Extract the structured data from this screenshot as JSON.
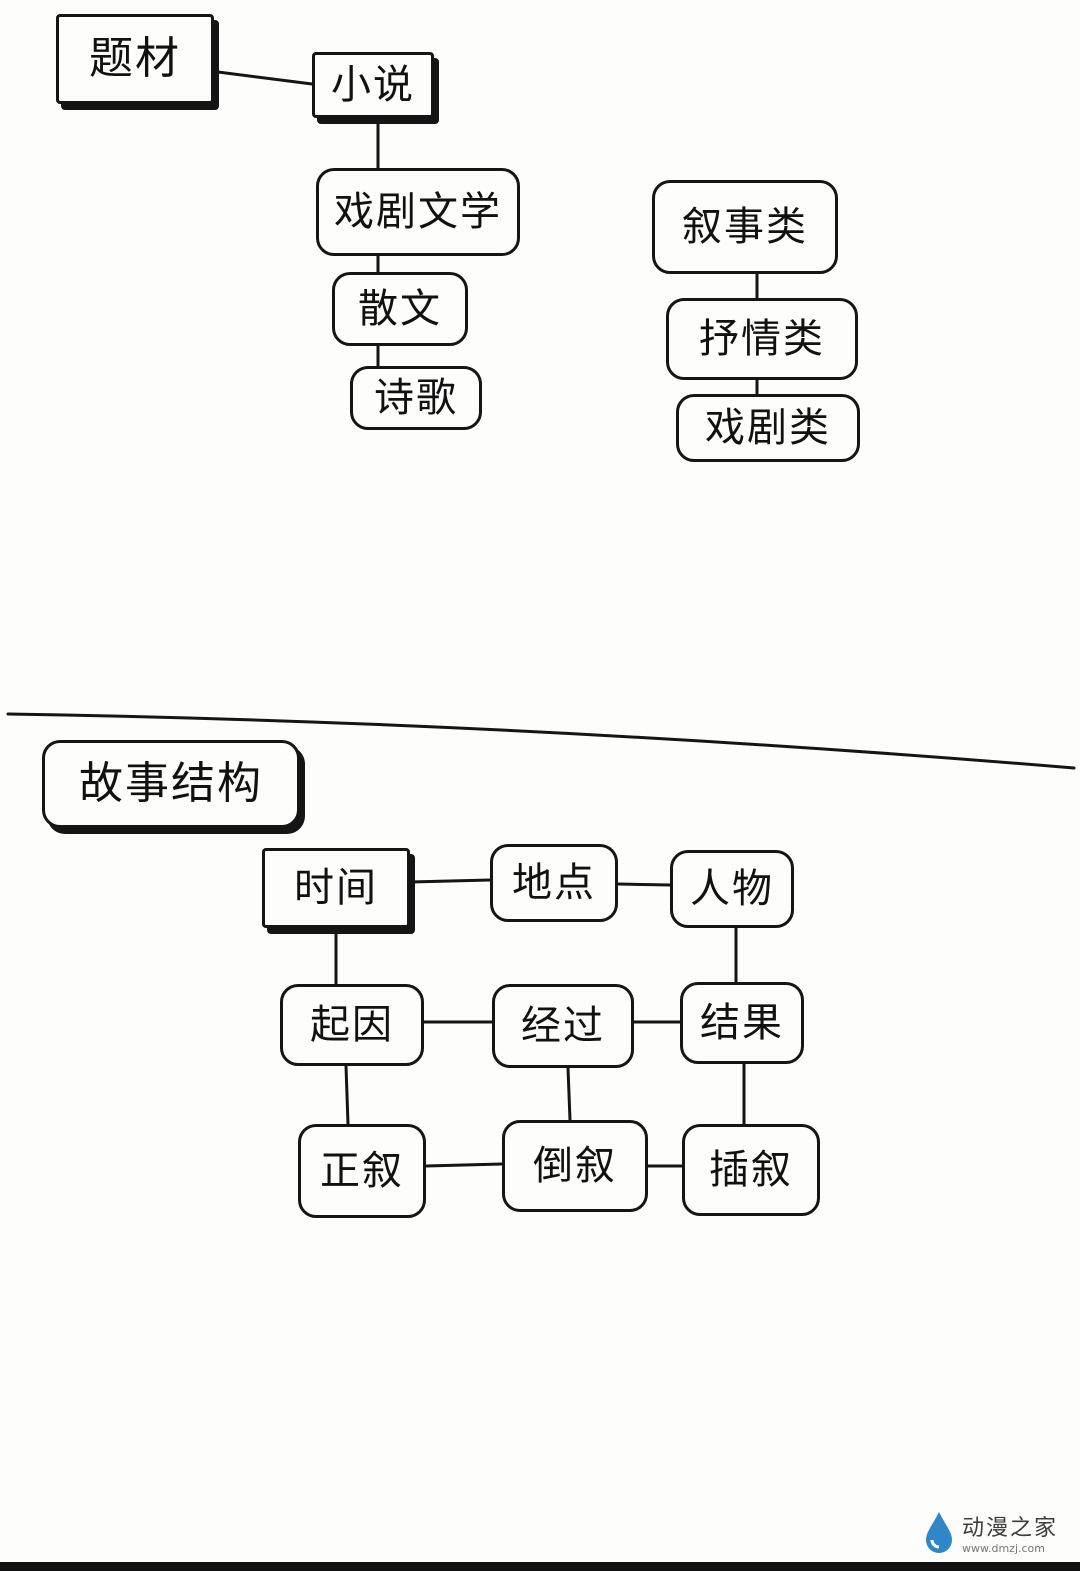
{
  "genre": {
    "root": "题材",
    "forms": [
      "小说",
      "戏剧文学",
      "散文",
      "诗歌"
    ],
    "types": [
      "叙事类",
      "抒情类",
      "戏剧类"
    ]
  },
  "structure": {
    "root": "故事结构",
    "grid": [
      [
        "时间",
        "地点",
        "人物"
      ],
      [
        "起因",
        "经过",
        "结果"
      ],
      [
        "正叙",
        "倒叙",
        "插叙"
      ]
    ]
  },
  "watermark": {
    "name": "动漫之家",
    "url": "www.dmzj.com",
    "color": "#2f86c9"
  }
}
